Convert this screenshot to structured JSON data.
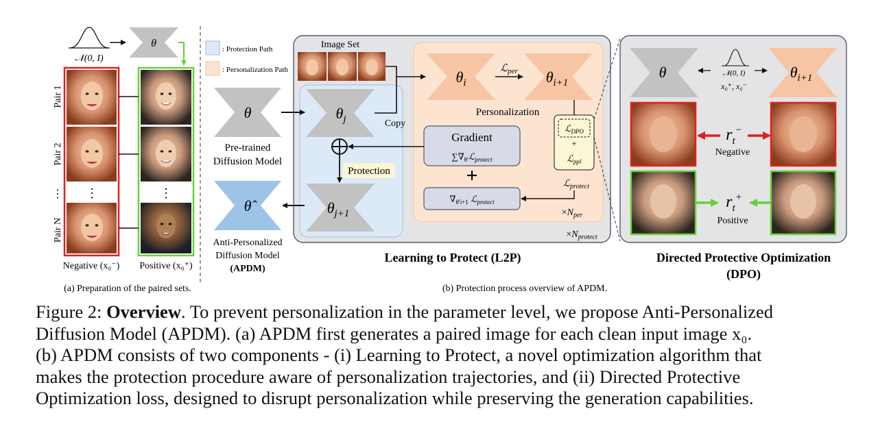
{
  "part_a": {
    "noise_label": "𝒩(0, I)",
    "theta": "θ",
    "pairs": [
      "Pair 1",
      "Pair 2",
      "⋮",
      "Pair N"
    ],
    "dots": "⋮",
    "negative_label": "Negative (x₀⁻)",
    "positive_label": "Positive (x₀⁺)",
    "subcaption": "(a) Preparation of the paired sets."
  },
  "legend": {
    "protection_path": ": Protection Path",
    "personalization_path": ": Personalization Path",
    "protection_color": "#dce9f7",
    "personalization_color": "#fde4d1"
  },
  "part_b": {
    "pretrained_theta": "θ",
    "pretrained_label_1": "Pre-trained",
    "pretrained_label_2": "Diffusion Model",
    "apdm_theta": "θ̂",
    "apdm_label_1": "Anti-Personalized",
    "apdm_label_2": "Diffusion Model",
    "apdm_label_3": "(APDM)",
    "image_set": "Image Set",
    "theta_j": "θj",
    "theta_j1": "θj+1",
    "theta_i": "θi",
    "theta_i1": "θi+1",
    "copy": "Copy",
    "loss_per": "ℒper",
    "personalization": "Personalization",
    "protection": "Protection",
    "gradient_title": "Gradient",
    "gradient_sum": "∑∇θ′ℒprotect",
    "gradient_next": "∇θ′i+1 ℒprotect",
    "plus": "+",
    "loss_dpo": "ℒDPO",
    "loss_ppl": "ℒppl",
    "loss_protect": "ℒprotect",
    "n_per": "×Nper",
    "n_protect": "×Nprotect",
    "title": "Learning to Protect (L2P)",
    "subcaption": "(b) Protection process overview of APDM."
  },
  "part_c": {
    "theta": "θ",
    "theta_i1": "θi+1",
    "noise_label": "𝒩(0, I)",
    "pair_label": "x₀⁺, x₀⁻",
    "r_neg": "rt⁻",
    "r_pos": "rt⁺",
    "negative": "Negative",
    "positive": "Positive",
    "title_1": "Directed Protective Optimization",
    "title_2": "(DPO)"
  },
  "caption": {
    "line1_prefix": "Figure 2: ",
    "line1_bold": "Overview",
    "line1_rest": ". To prevent personalization in the parameter level, we propose Anti-Personalized",
    "line2": "Diffusion Model (APDM). (a) APDM first generates a paired image for each clean input image x₀.",
    "line3": "(b) APDM consists of two components - (i) Learning to Protect, a novel optimization algorithm that",
    "line4": "makes the protection procedure aware of personalization trajectories, and (ii) Directed Protective",
    "line5": "Optimization loss, designed to disrupt personalization while preserving the generation capabilities."
  },
  "colors": {
    "negative_border": "#e0201c",
    "positive_border": "#66d138",
    "gray_model": "#c2c2c2",
    "blue_model": "#9dc3e6",
    "orange_model": "#f7c5a3",
    "panel_bg": "#e4e4e6",
    "panel_border": "#53596b"
  }
}
